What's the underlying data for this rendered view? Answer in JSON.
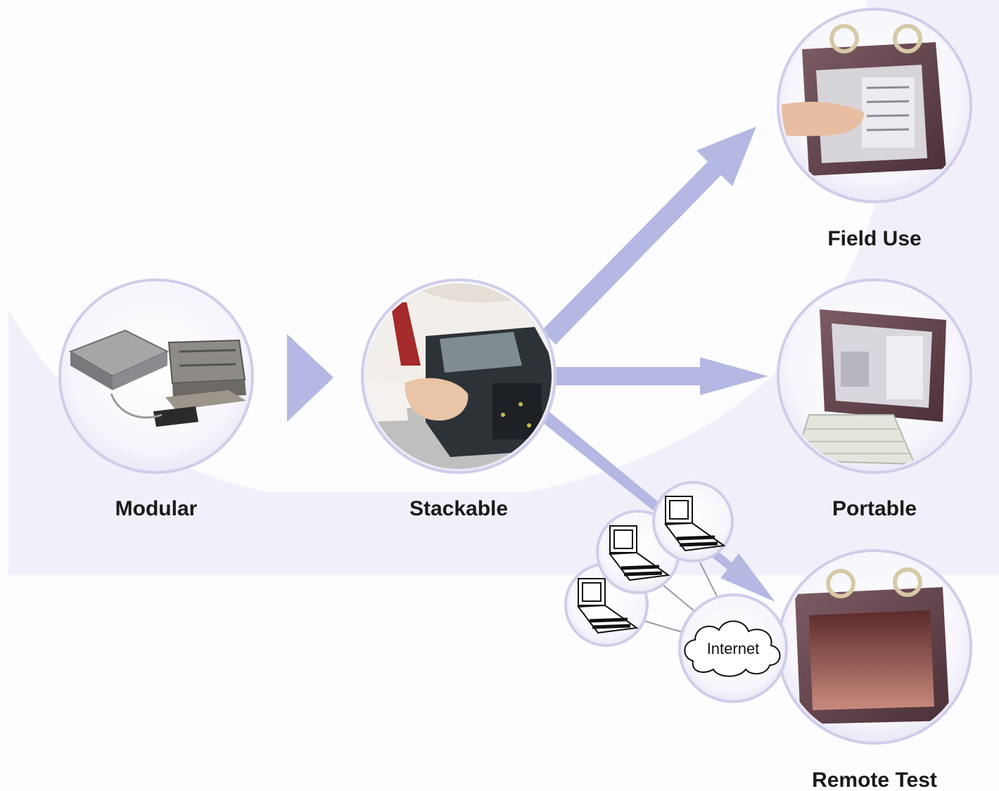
{
  "nodes": {
    "modular": {
      "label": "Modular"
    },
    "stackable": {
      "label": "Stackable"
    },
    "field_use": {
      "label": "Field Use"
    },
    "portable": {
      "label": "Portable"
    },
    "remote_test": {
      "label": "Remote Test"
    }
  },
  "network": {
    "cloud_label": "Internet"
  },
  "colors": {
    "arrow": "#b4b8e2",
    "band": "#f1f0fa",
    "band_edge": "#e7e6f5",
    "circle_border": "#cfcde8",
    "instrument_frame": "#6b4a52",
    "instrument_screen": "#d9d6de"
  }
}
